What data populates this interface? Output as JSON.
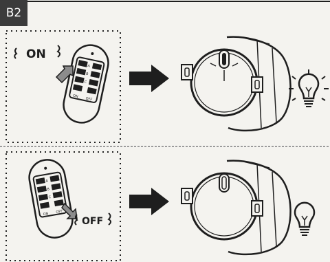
{
  "step_label": "B2",
  "panels": [
    {
      "state_word": "ON",
      "remote_keys": [
        "A",
        "B",
        "C"
      ],
      "remote_footer": [
        "ON",
        "OFF"
      ]
    },
    {
      "state_word": "OFF",
      "remote_keys": [
        "A",
        "B",
        "C"
      ],
      "remote_footer": [
        "ON",
        "OFF"
      ]
    }
  ],
  "colors": {
    "ink": "#1e1e1e",
    "paper": "#f4f3ef",
    "badge": "#3b3b3b"
  },
  "icons": [
    "remote-control-icon",
    "arrow-right-icon",
    "relay-module-icon",
    "light-bulb-on-icon",
    "light-bulb-off-icon"
  ]
}
